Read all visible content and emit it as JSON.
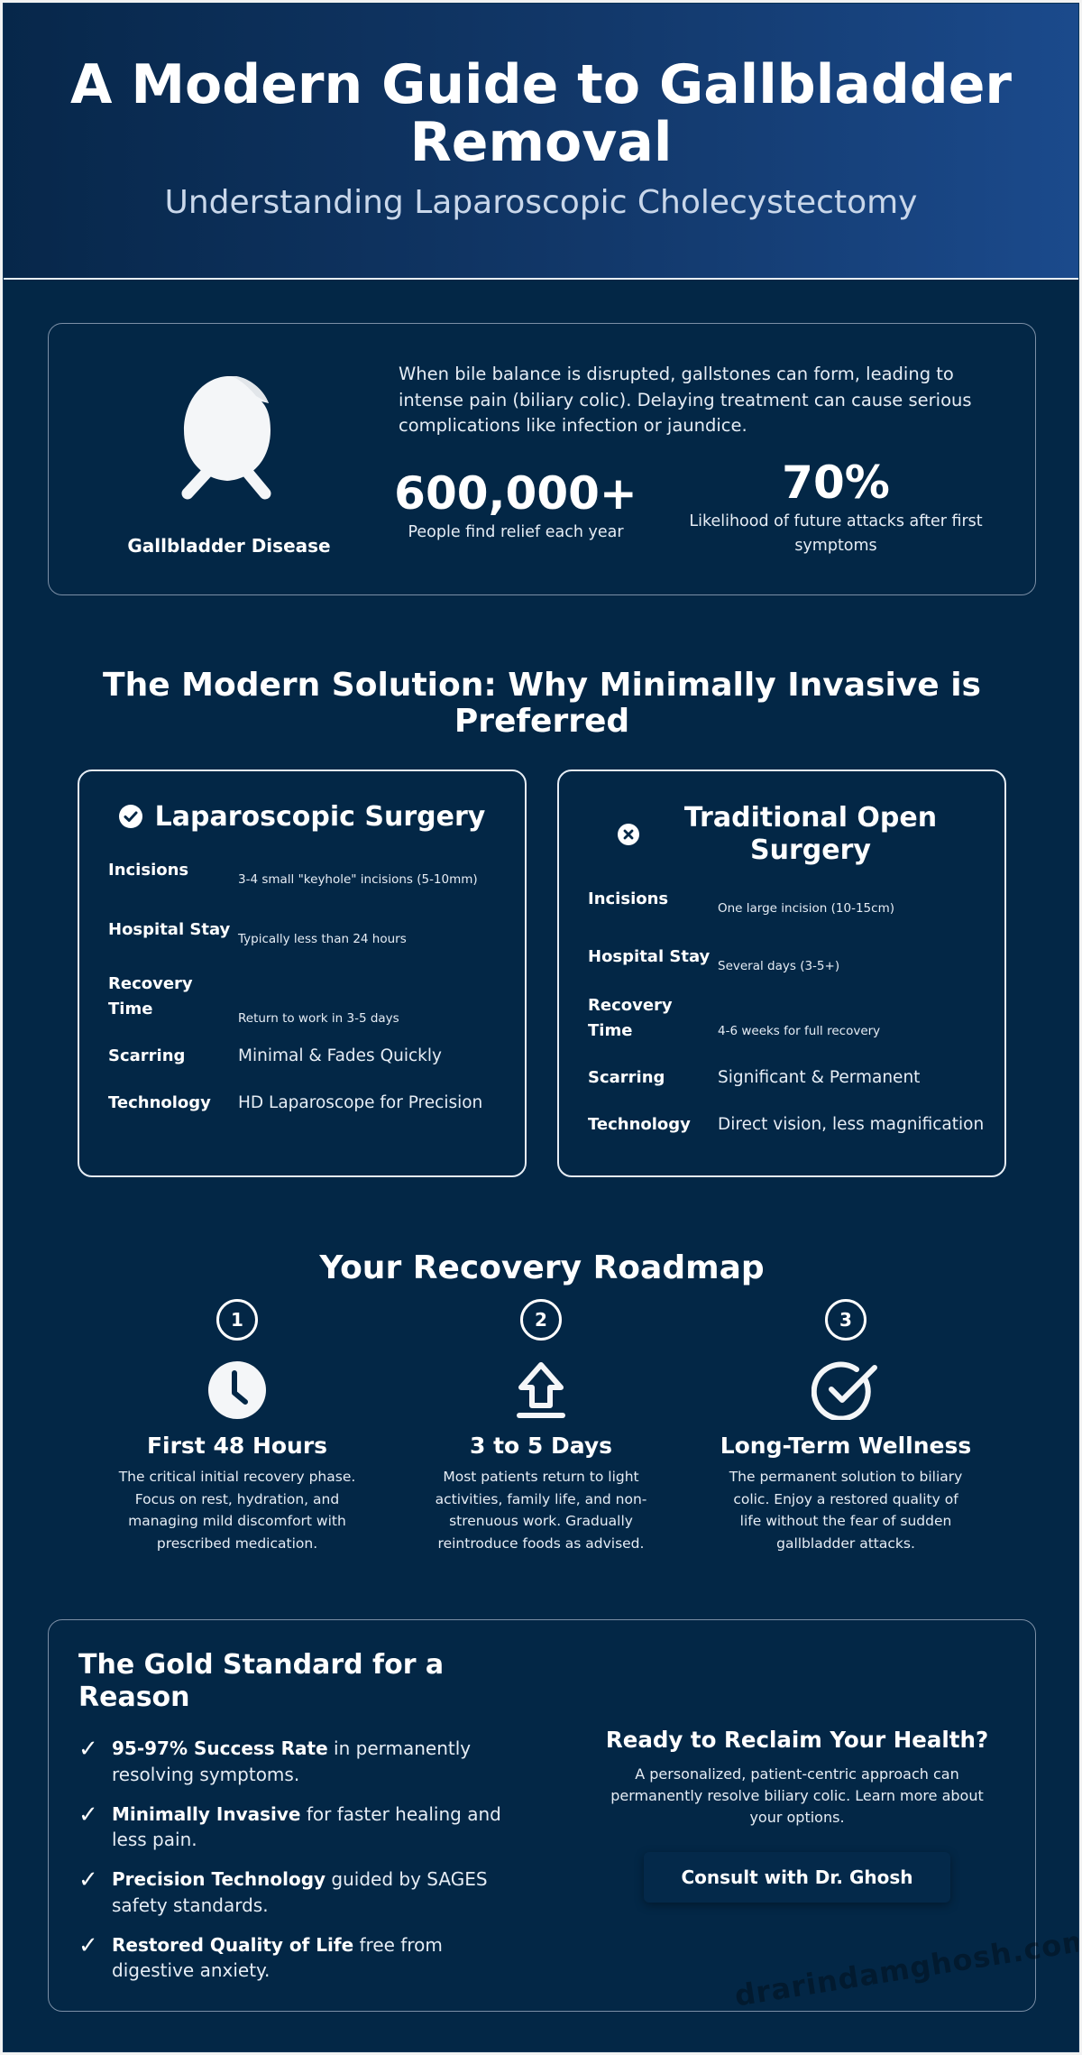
{
  "hero": {
    "title": "A Modern Guide to Gallbladder Removal",
    "subtitle": "Understanding Laparoscopic Cholecystectomy"
  },
  "disease": {
    "icon": "gallbladder-icon",
    "label": "Gallbladder Disease",
    "description": "When bile balance is disrupted, gallstones can form, leading to intense pain (biliary colic). Delaying treatment can cause serious complications like infection or jaundice.",
    "stats": [
      {
        "value": "600,000+",
        "label": "People find relief each year"
      },
      {
        "value": "70%",
        "label": "Likelihood of future attacks after first symptoms"
      }
    ]
  },
  "comparison": {
    "title": "The Modern Solution: Why Minimally Invasive is Preferred",
    "laparoscopic": {
      "icon": "check-circle-icon",
      "title": "Laparoscopic Surgery",
      "rows": [
        {
          "key": "Incisions",
          "value": "3-4 small \"keyhole\" incisions (5-10mm)"
        },
        {
          "key": "Hospital Stay",
          "value": "Typically less than 24 hours"
        },
        {
          "key": "Recovery Time",
          "value": "Return to work in 3-5 days"
        },
        {
          "key": "Scarring",
          "value": "Minimal & Fades Quickly"
        },
        {
          "key": "Technology",
          "value": "HD Laparoscope for Precision"
        }
      ]
    },
    "open": {
      "icon": "x-circle-icon",
      "title": "Traditional Open Surgery",
      "rows": [
        {
          "key": "Incisions",
          "value": "One large incision (10-15cm)"
        },
        {
          "key": "Hospital Stay",
          "value": "Several days (3-5+)"
        },
        {
          "key": "Recovery Time",
          "value": "4-6 weeks for full recovery"
        },
        {
          "key": "Scarring",
          "value": "Significant & Permanent"
        },
        {
          "key": "Technology",
          "value": "Direct vision, less magnification"
        }
      ]
    }
  },
  "roadmap": {
    "title": "Your Recovery Roadmap",
    "steps": [
      {
        "number": "1",
        "icon": "clock-icon",
        "title": "First 48 Hours",
        "text": "The critical initial recovery phase. Focus on rest, hydration, and managing mild discomfort with prescribed medication."
      },
      {
        "number": "2",
        "icon": "arrow-up-icon",
        "title": "3 to 5 Days",
        "text": "Most patients return to light activities, family life, and non-strenuous work. Gradually reintroduce foods as advised."
      },
      {
        "number": "3",
        "icon": "check-circle-icon",
        "title": "Long-Term Wellness",
        "text": "The permanent solution to biliary colic. Enjoy a restored quality of life without the fear of sudden gallbladder attacks."
      }
    ]
  },
  "gold": {
    "title": "The Gold Standard for a Reason",
    "items": [
      {
        "bold": "95-97% Success Rate",
        "rest": " in permanently resolving symptoms."
      },
      {
        "bold": "Minimally Invasive",
        "rest": " for faster healing and less pain."
      },
      {
        "bold": "Precision Technology",
        "rest": " guided by SAGES safety standards."
      },
      {
        "bold": "Restored Quality of Life",
        "rest": " free from digestive anxiety."
      }
    ],
    "cta": {
      "title": "Ready to Reclaim Your Health?",
      "text": "A personalized, patient-centric approach can permanently resolve biliary colic. Learn more about your options.",
      "button": "Consult with Dr. Ghosh"
    }
  },
  "watermark": "drarindamghosh.com"
}
